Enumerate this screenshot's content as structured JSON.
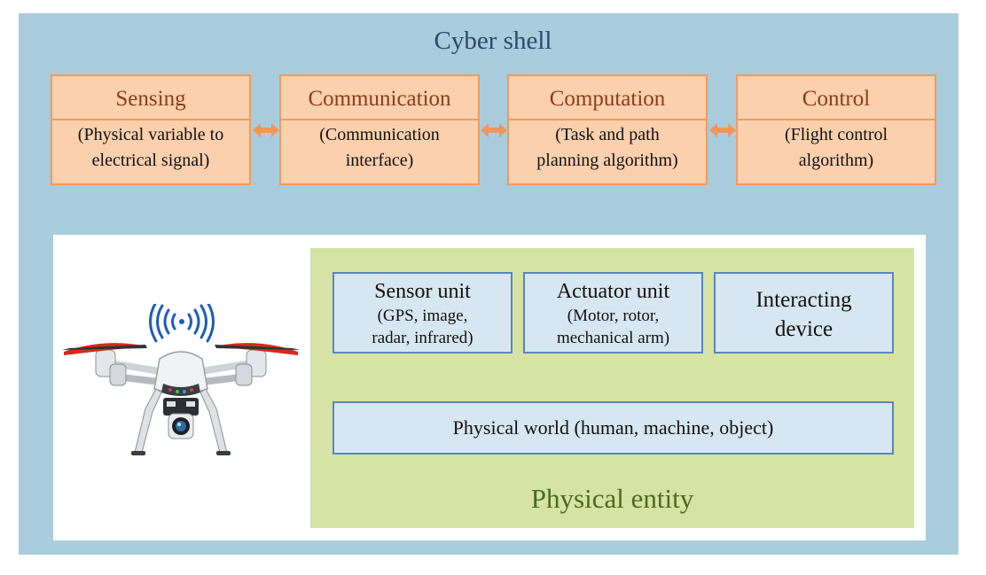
{
  "cyber_shell": {
    "title": "Cyber shell",
    "modules": [
      {
        "title": "Sensing",
        "desc_line1": "(Physical variable to",
        "desc_line2": "electrical signal)"
      },
      {
        "title": "Communication",
        "desc_line1": "(Communication",
        "desc_line2": "interface)"
      },
      {
        "title": "Computation",
        "desc_line1": "(Task and path",
        "desc_line2": "planning algorithm)"
      },
      {
        "title": "Control",
        "desc_line1": "(Flight control",
        "desc_line2": "algorithm)"
      }
    ]
  },
  "physical_entity": {
    "title": "Physical entity",
    "units": [
      {
        "title": "Sensor unit",
        "desc_line1": "(GPS, image,",
        "desc_line2": "radar, infrared)"
      },
      {
        "title": "Actuator unit",
        "desc_line1": "(Motor, rotor,",
        "desc_line2": "mechanical arm)"
      },
      {
        "title_line1": "Interacting",
        "title_line2": "device"
      }
    ],
    "world": "Physical world (human, machine, object)"
  },
  "colors": {
    "cyber_bg": "#a9cddd",
    "module_fill": "#fbd0ac",
    "module_border": "#ef9b62",
    "physical_bg": "#d6e3a4",
    "unit_fill": "#d6e7f1",
    "unit_border": "#5b86b8"
  },
  "icons": [
    "bidirectional-arrow-icon",
    "drone-icon",
    "wireless-signal-icon"
  ]
}
